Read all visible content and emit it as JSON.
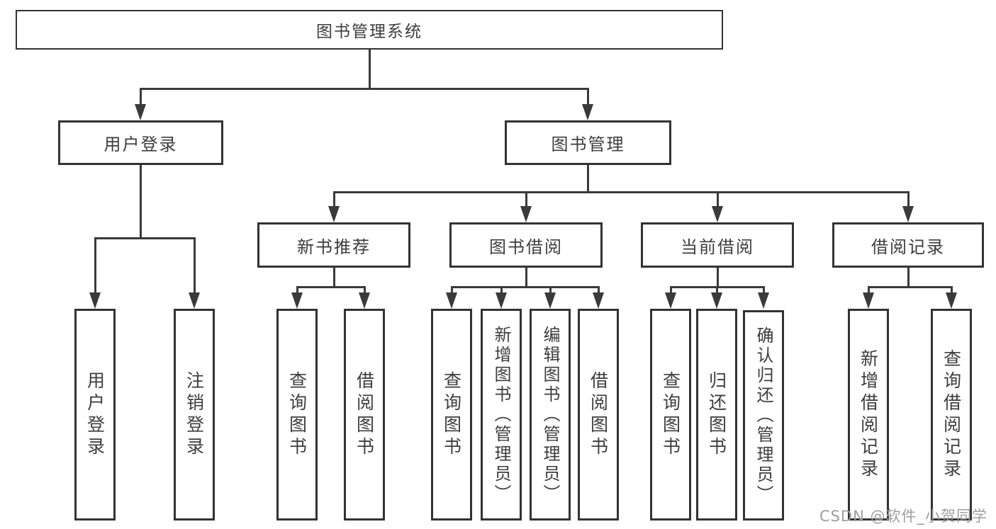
{
  "tree": {
    "label": "图书管理系统",
    "children": [
      {
        "label": "用户登录",
        "children": [
          {
            "label": "用户登录"
          },
          {
            "label": "注销登录"
          }
        ]
      },
      {
        "label": "图书管理",
        "children": [
          {
            "label": "新书推荐",
            "children": [
              {
                "label": "查询图书"
              },
              {
                "label": "借阅图书"
              }
            ]
          },
          {
            "label": "图书借阅",
            "children": [
              {
                "label": "查询图书"
              },
              {
                "label": "新增图书（管理员）"
              },
              {
                "label": "编辑图书（管理员）"
              },
              {
                "label": "借阅图书"
              }
            ]
          },
          {
            "label": "当前借阅",
            "children": [
              {
                "label": "查询图书"
              },
              {
                "label": "归还图书"
              },
              {
                "label": "确认归还（管理员）"
              }
            ]
          },
          {
            "label": "借阅记录",
            "children": [
              {
                "label": "新增借阅记录"
              },
              {
                "label": "查询借阅记录"
              }
            ]
          }
        ]
      }
    ]
  },
  "watermark": {
    "text": "CSDN @软件_小贺同学",
    "color": "#9e9e9e"
  },
  "colors": {
    "line": "#3a3a3a",
    "text": "#3d3d3d",
    "background": "#ffffff"
  }
}
